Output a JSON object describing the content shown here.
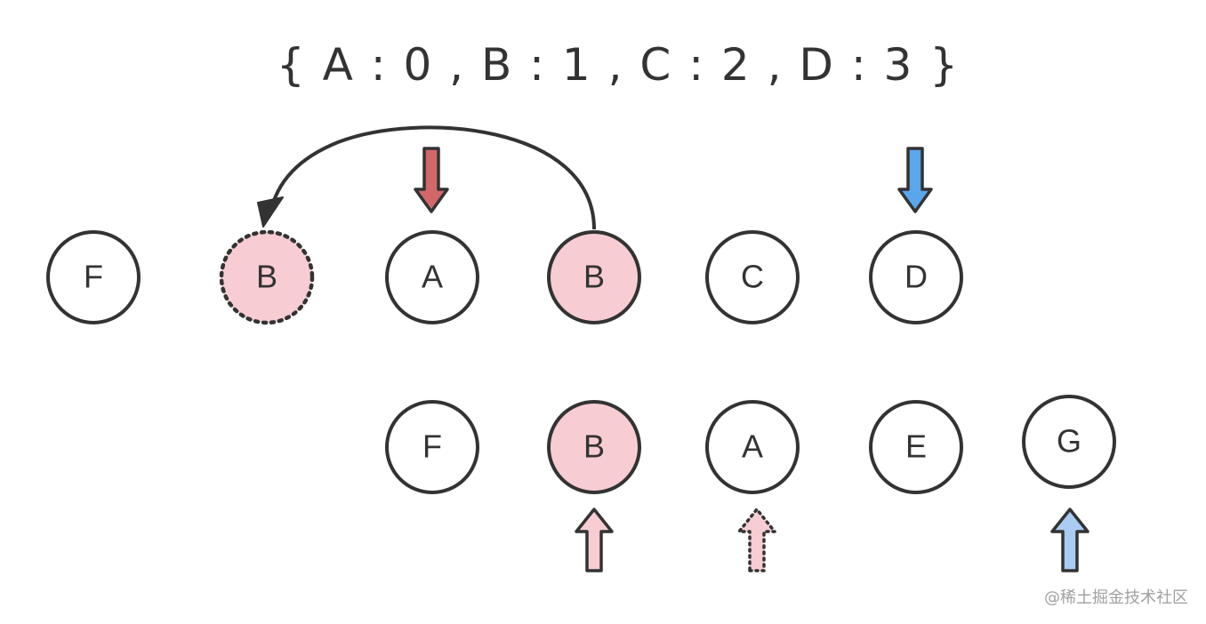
{
  "mapping_text": "{ A : 0 , B : 1 , C : 2 , D : 3 }",
  "watermark": "@稀土掘金技术社区",
  "colors": {
    "stroke": "#333333",
    "highlight_fill": "#f7cdd3",
    "red_arrow": "#d2686a",
    "blue_arrow": "#5ba6ea",
    "light_blue_arrow": "#aaccf2",
    "light_pink_arrow": "#f7cdd3"
  },
  "old_list": [
    {
      "label": "F",
      "style": "normal"
    },
    {
      "label": "B",
      "style": "moved-dotted"
    },
    {
      "label": "A",
      "style": "normal"
    },
    {
      "label": "B",
      "style": "highlight"
    },
    {
      "label": "C",
      "style": "normal"
    },
    {
      "label": "D",
      "style": "normal"
    }
  ],
  "new_list": [
    {
      "label": "F",
      "style": "normal"
    },
    {
      "label": "B",
      "style": "highlight"
    },
    {
      "label": "A",
      "style": "normal"
    },
    {
      "label": "E",
      "style": "normal"
    },
    {
      "label": "G",
      "style": "normal"
    }
  ]
}
